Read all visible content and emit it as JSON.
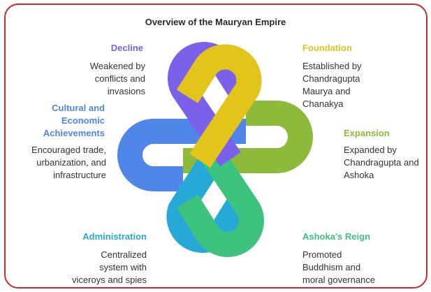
{
  "title": "Overview of the Mauryan Empire",
  "colors": {
    "decline": "#7b61ea",
    "foundation": "#e2c41b",
    "expansion": "#8dba3a",
    "reign": "#3ec37e",
    "administration": "#27a9d8",
    "cultural": "#4f86e8",
    "border": "#cc2a2a"
  },
  "segments": [
    {
      "key": "decline",
      "label": "Decline",
      "lines": [
        "Weakened by",
        "conflicts and",
        "invasions"
      ]
    },
    {
      "key": "foundation",
      "label": "Foundation",
      "lines": [
        "Established by",
        "Chandragupta",
        "Maurya and",
        "Chanakya"
      ]
    },
    {
      "key": "cultural",
      "label": [
        "Cultural and",
        "Economic",
        "Achievements"
      ],
      "lines": [
        "Encouraged trade,",
        "urbanization, and",
        "infrastructure"
      ]
    },
    {
      "key": "expansion",
      "label": "Expansion",
      "lines": [
        "Expanded by",
        "Chandragupta and",
        "Ashoka"
      ]
    },
    {
      "key": "administration",
      "label": "Administration",
      "lines": [
        "Centralized",
        "system with",
        "viceroys and spies"
      ]
    },
    {
      "key": "reign",
      "label": "Ashoka's Reign",
      "lines": [
        "Promoted",
        "Buddhism and",
        "moral governance"
      ]
    }
  ]
}
